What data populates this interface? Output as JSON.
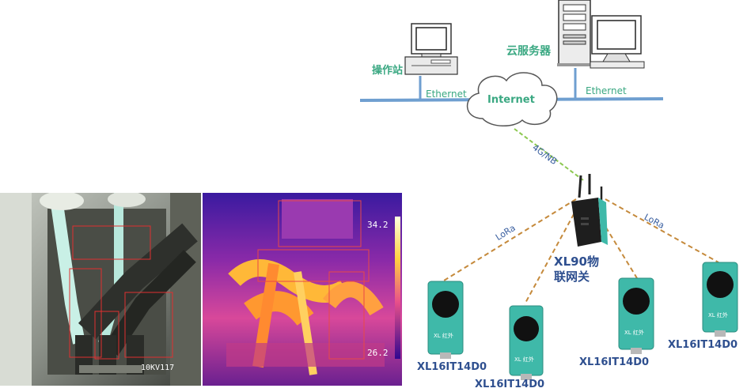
{
  "network": {
    "operator_station_label": "操作站",
    "cloud_server_label": "云服务器",
    "internet_label": "Internet",
    "ethernet_left_label": "Ethernet",
    "ethernet_right_label": "Ethernet",
    "link_4g_label": "4G/NB",
    "lora_left_label": "LoRa",
    "lora_right_label": "LoRa",
    "gateway_label_line1": "XL90物",
    "gateway_label_line2": "联网关",
    "sensor_labels": [
      "XL16IT14D0",
      "XL16IT14D0",
      "XL16IT14D0",
      "XL16IT14D0"
    ],
    "sensor_face_text": "XL 红外"
  },
  "photos": {
    "visible_tag": "10KV117",
    "thermal_max": "34.2",
    "thermal_min": "26.2"
  },
  "colors": {
    "ethernet_bar": "#6f9fd0",
    "label_green": "#3aa882",
    "label_blue": "#2e4f8f",
    "lora_line": "#c58a3c",
    "g4_line": "#8cc850",
    "sensor_body": "#3fb9a9"
  }
}
